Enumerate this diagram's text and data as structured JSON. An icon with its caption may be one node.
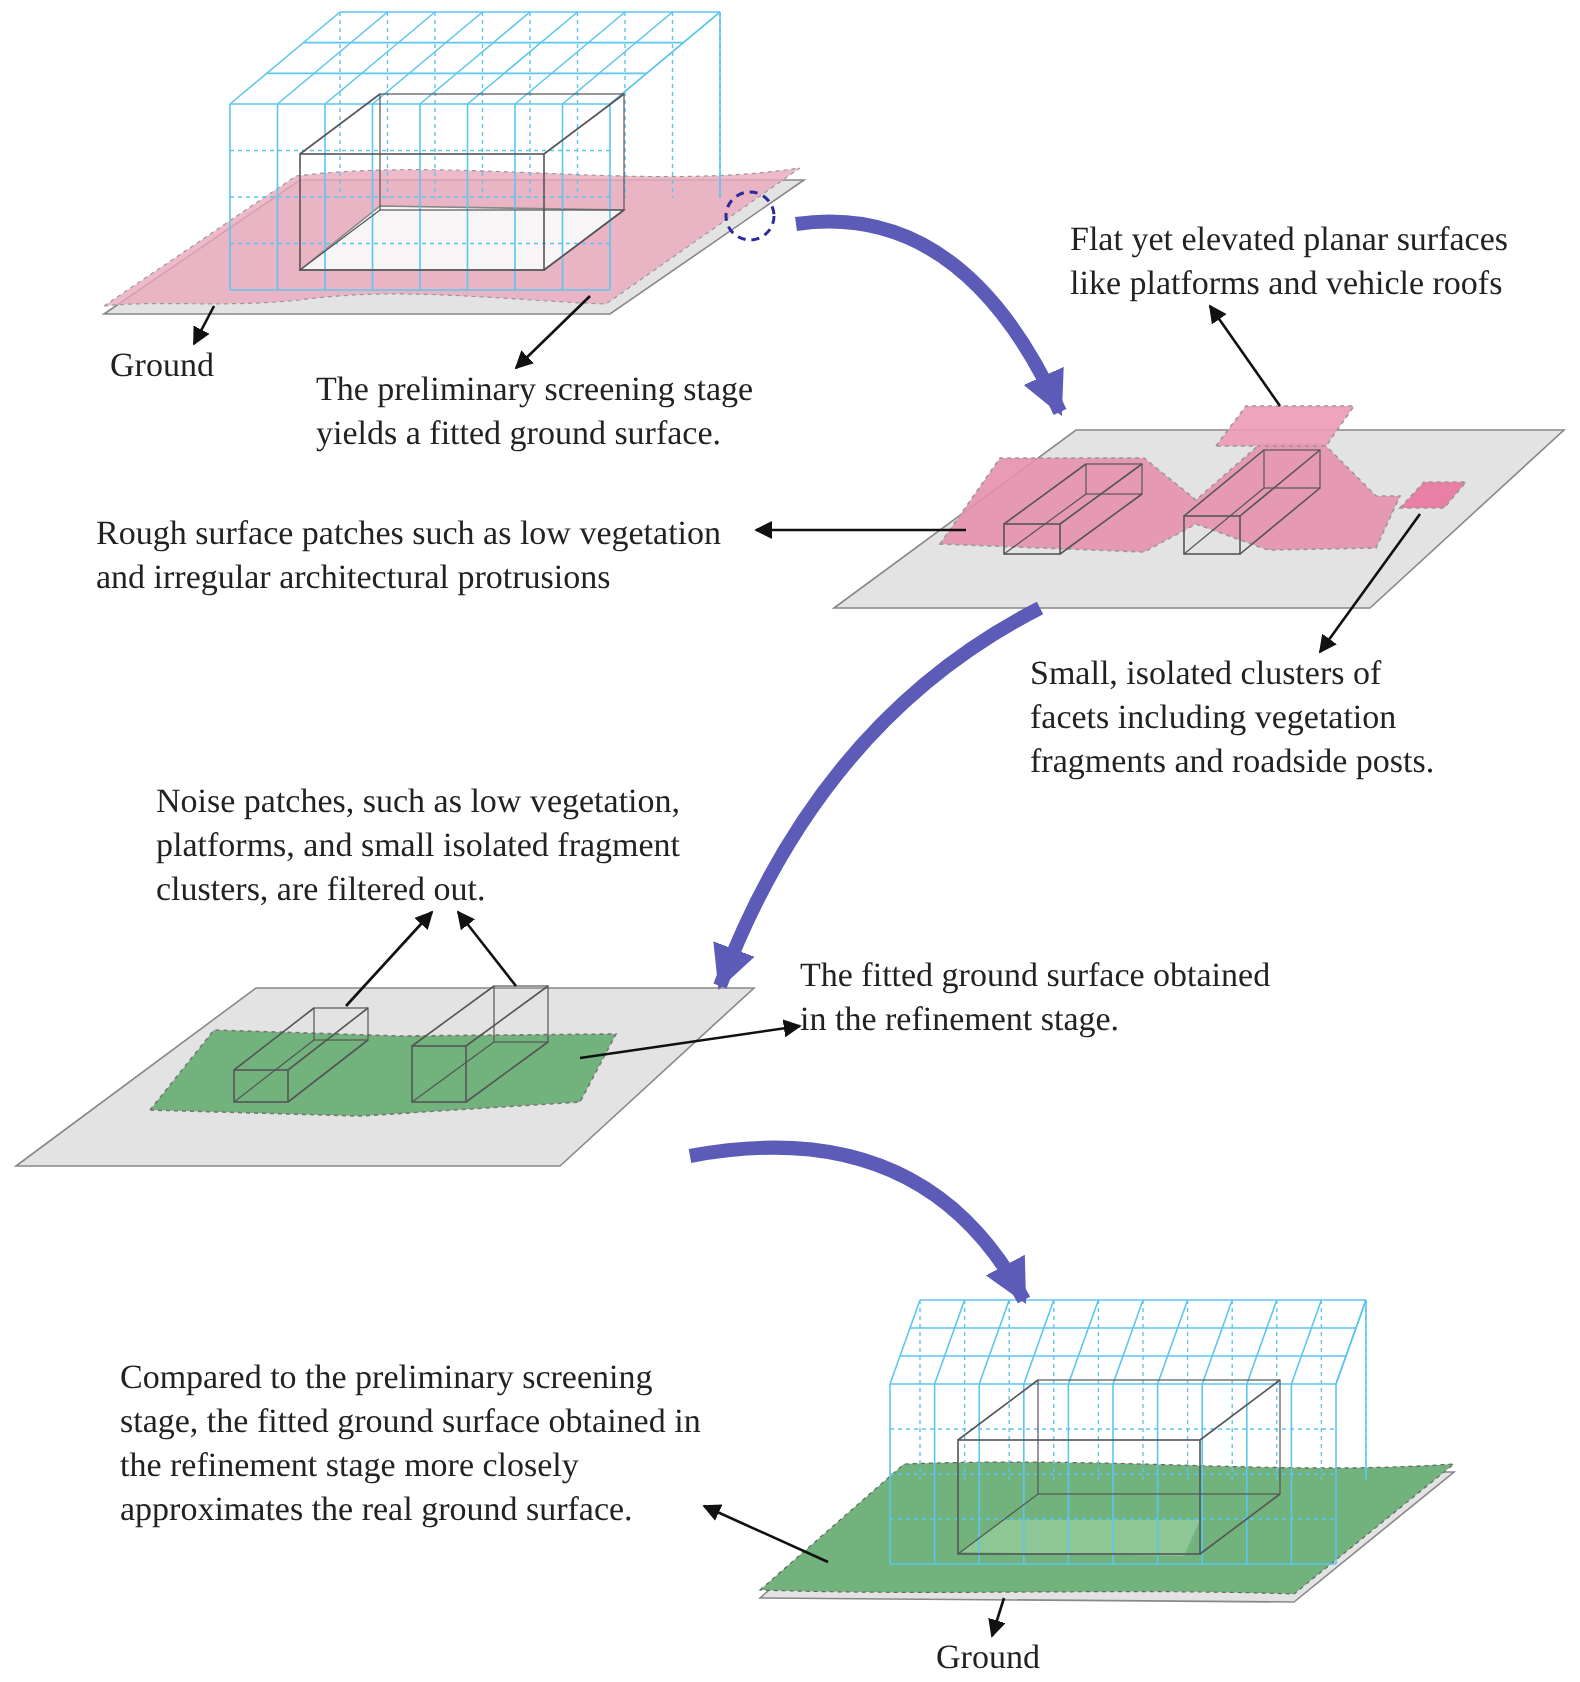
{
  "diagram": {
    "nodes": [
      {
        "text": [],
        "shape": "picture"
      },
      {
        "text": [
          "Ground"
        ]
      },
      {
        "text": [
          "The preliminary screening stage yields a fitted ground surface."
        ]
      },
      {
        "text": [],
        "shape": "picture"
      },
      {
        "text": [
          "Flat yet elevated planar surfaces like platforms and vehicle roofs"
        ]
      },
      {
        "text": [
          "Rough surface patches such as low vegetation and irregular architectural protrusions"
        ]
      },
      {
        "text": [
          "Small, isolated clusters of facets including vegetation fragments and roadside posts."
        ]
      },
      {
        "text": [
          "Noise patches, such as low vegetation, platforms, and small isolated fragment clusters, are filtered out."
        ]
      },
      {
        "text": [],
        "shape": "picture"
      },
      {
        "text": [
          "The fitted ground surface obtained in the refinement stage."
        ]
      },
      {
        "text": [],
        "shape": "picture"
      },
      {
        "text": [
          "Compared to the preliminary screening stage, the fitted ground surface obtained in the refinement stage more closely approximates the real ground surface."
        ]
      },
      {
        "text": [
          "Ground"
        ]
      }
    ],
    "edges": [
      {
        "from": 0,
        "to": 1,
        "arrow": "to"
      },
      {
        "from": 0,
        "to": 2,
        "arrow": "to"
      },
      {
        "from": 0,
        "to": 3,
        "arrow": "to",
        "style": "thick",
        "color": "#5c5cb8"
      },
      {
        "from": 3,
        "to": 4,
        "arrow": "to"
      },
      {
        "from": 3,
        "to": 5,
        "arrow": "to"
      },
      {
        "from": 3,
        "to": 6,
        "arrow": "to"
      },
      {
        "from": 3,
        "to": 8,
        "arrow": "to",
        "style": "thick",
        "color": "#5c5cb8"
      },
      {
        "from": 8,
        "to": 7,
        "arrow": "to"
      },
      {
        "from": 8,
        "to": 7,
        "arrow": "to"
      },
      {
        "from": 8,
        "to": 9,
        "arrow": "to"
      },
      {
        "from": 8,
        "to": 10,
        "arrow": "to",
        "style": "thick",
        "color": "#5c5cb8"
      },
      {
        "from": 10,
        "to": 11,
        "arrow": "to"
      },
      {
        "from": 10,
        "to": 12,
        "arrow": "to"
      }
    ]
  }
}
